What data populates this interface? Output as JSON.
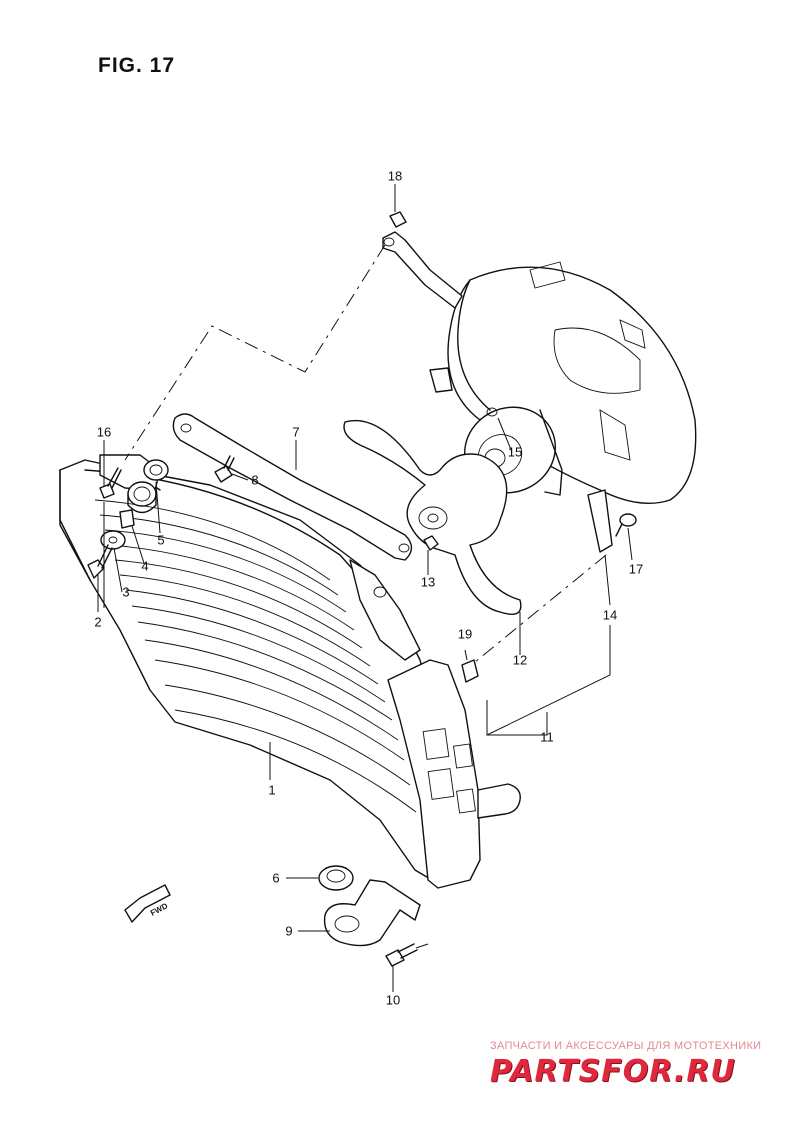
{
  "figure": {
    "title": "FIG. 17"
  },
  "callouts": [
    {
      "id": "1",
      "label": "1"
    },
    {
      "id": "2",
      "label": "2"
    },
    {
      "id": "3",
      "label": "3"
    },
    {
      "id": "4",
      "label": "4"
    },
    {
      "id": "5",
      "label": "5"
    },
    {
      "id": "6",
      "label": "6"
    },
    {
      "id": "7",
      "label": "7"
    },
    {
      "id": "8",
      "label": "8"
    },
    {
      "id": "9",
      "label": "9"
    },
    {
      "id": "10",
      "label": "10"
    },
    {
      "id": "11",
      "label": "11"
    },
    {
      "id": "12",
      "label": "12"
    },
    {
      "id": "13",
      "label": "13"
    },
    {
      "id": "14",
      "label": "14"
    },
    {
      "id": "15",
      "label": "15"
    },
    {
      "id": "16",
      "label": "16"
    },
    {
      "id": "17",
      "label": "17"
    },
    {
      "id": "18",
      "label": "18"
    },
    {
      "id": "19",
      "label": "19"
    }
  ],
  "direction_marker": {
    "label": "FWD"
  },
  "watermark": {
    "tagline": "ЗАПЧАСТИ И АКСЕССУАРЫ ДЛЯ МОТОТЕХНИКИ",
    "brand": "PARTSFOR.RU"
  },
  "colors": {
    "line": "#111111",
    "background": "#ffffff",
    "watermark_red": "#e0283c",
    "watermark_pink": "#e08a93"
  }
}
